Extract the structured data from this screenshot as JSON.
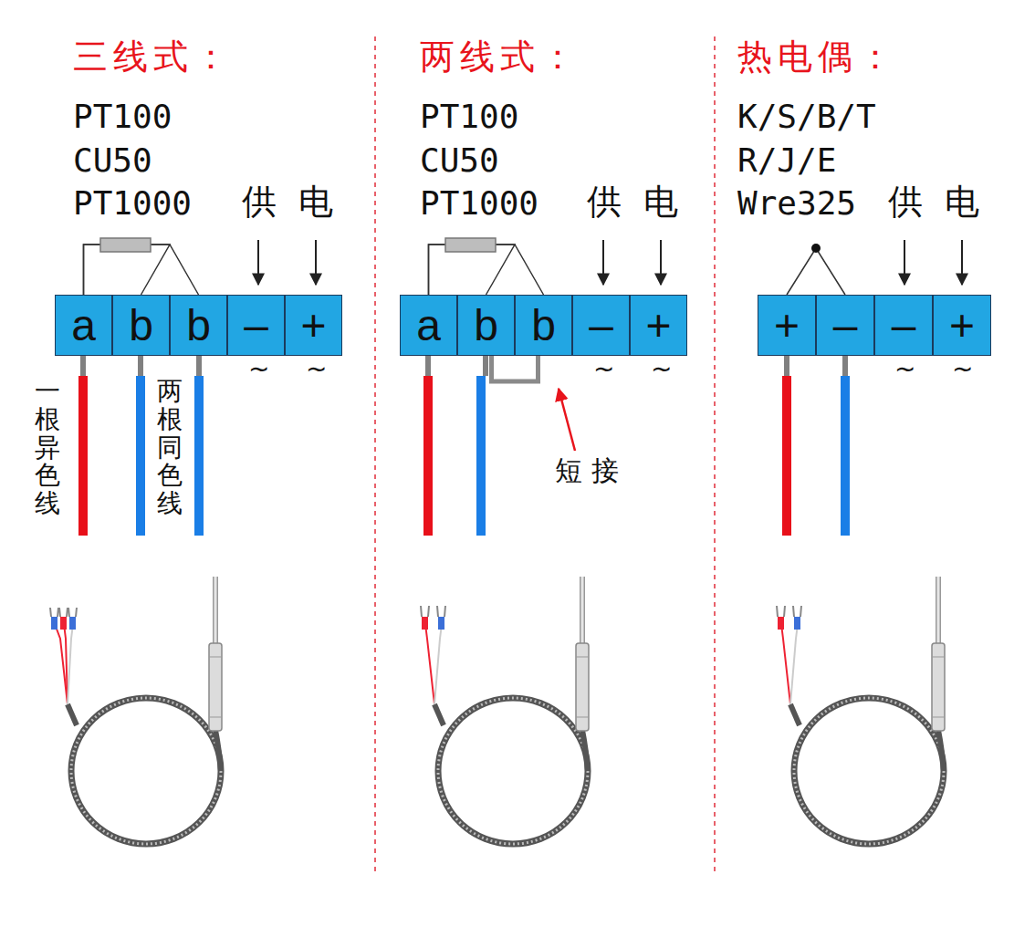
{
  "diagram": {
    "nodes": [
      {
        "text": [
          "a"
        ]
      },
      {
        "text": [
          "b"
        ]
      },
      {
        "text": [
          "b"
        ]
      },
      {
        "text": [
          "–"
        ]
      },
      {
        "text": [
          "+"
        ]
      },
      {
        "text": [
          "a"
        ]
      },
      {
        "text": [
          "b"
        ]
      },
      {
        "text": [
          "b"
        ]
      },
      {
        "text": [
          "–"
        ]
      },
      {
        "text": [
          "+"
        ]
      },
      {
        "text": [
          "+"
        ]
      },
      {
        "text": [
          "–"
        ]
      },
      {
        "text": [
          "–"
        ]
      },
      {
        "text": [
          "+"
        ]
      }
    ],
    "edges": [
      {
        "from": 0,
        "to": 1,
        "arrow": "none"
      },
      {
        "from": 0,
        "to": 2,
        "arrow": "none"
      },
      {
        "from": 5,
        "to": 6,
        "arrow": "none"
      },
      {
        "from": 5,
        "to": 7,
        "arrow": "none"
      },
      {
        "from": 6,
        "to": 7,
        "arrow": "none"
      },
      {
        "from": 10,
        "to": 11,
        "arrow": "none"
      }
    ],
    "labels": [
      "三线式：",
      "PT100",
      "CU50",
      "PT1000",
      "供电",
      "~",
      "~",
      "一根异色线",
      "两根同色线",
      "两线式：",
      "PT100",
      "CU50",
      "PT1000",
      "供电",
      "~",
      "~",
      "短接",
      "热电偶：",
      "K/S/B/T",
      "R/J/E",
      "Wre325",
      "供电",
      "~",
      "~"
    ]
  }
}
